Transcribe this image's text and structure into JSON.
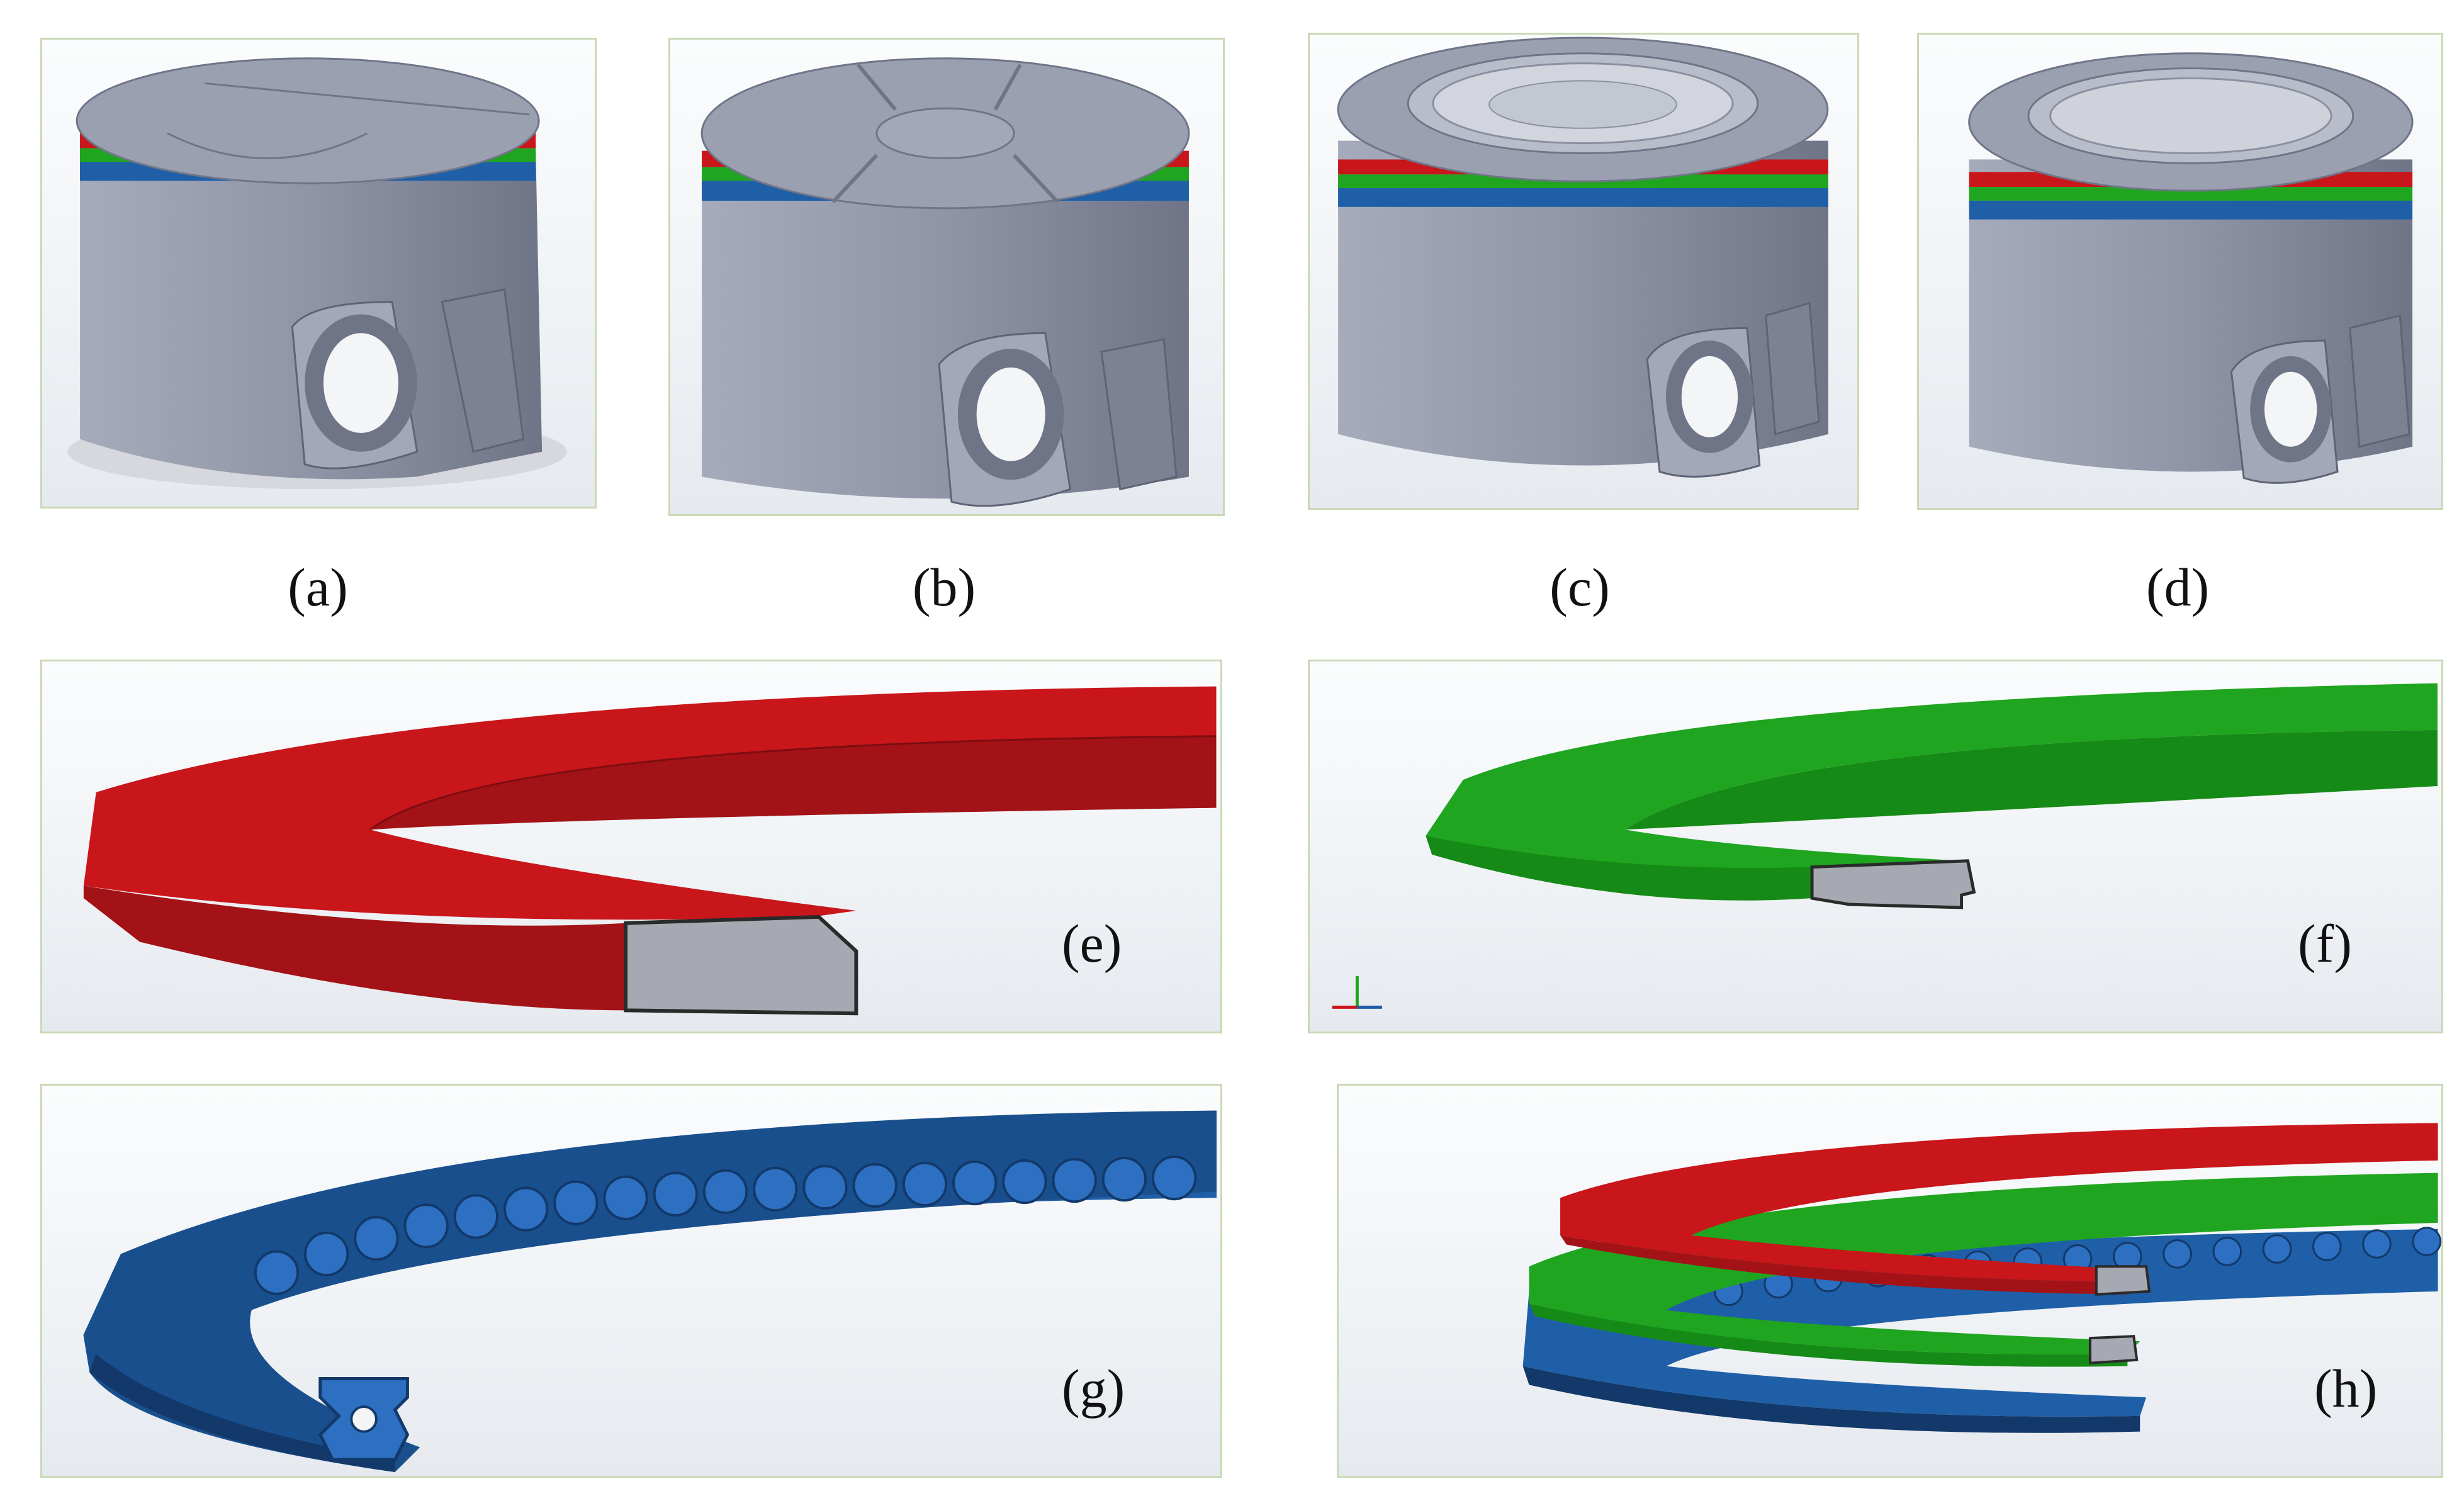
{
  "figure": {
    "panels": [
      {
        "id": "a",
        "label": "(a)",
        "kind": "piston",
        "top": "flat-segmented"
      },
      {
        "id": "b",
        "label": "(b)",
        "kind": "piston",
        "top": "four-segment-cross"
      },
      {
        "id": "c",
        "label": "(c)",
        "kind": "piston",
        "top": "recessed-bowl"
      },
      {
        "id": "d",
        "label": "(d)",
        "kind": "piston",
        "top": "recessed-flat"
      },
      {
        "id": "e",
        "label": "(e)",
        "kind": "ring",
        "ring_color": "red"
      },
      {
        "id": "f",
        "label": "(f)",
        "kind": "ring",
        "ring_color": "green"
      },
      {
        "id": "g",
        "label": "(g)",
        "kind": "ring",
        "ring_color": "blue"
      },
      {
        "id": "h",
        "label": "(h)",
        "kind": "ring-stack",
        "ring_color": "red-green-blue"
      }
    ],
    "colors": {
      "red_ring": "#c8161b",
      "green_ring": "#1fa51f",
      "blue_ring": "#1f5fa8",
      "piston_gray": "#8f95a6",
      "section_gray": "#a7a9b2",
      "panel_border": "#c9d9b5"
    },
    "icons": [
      "axis-triad-icon"
    ]
  }
}
